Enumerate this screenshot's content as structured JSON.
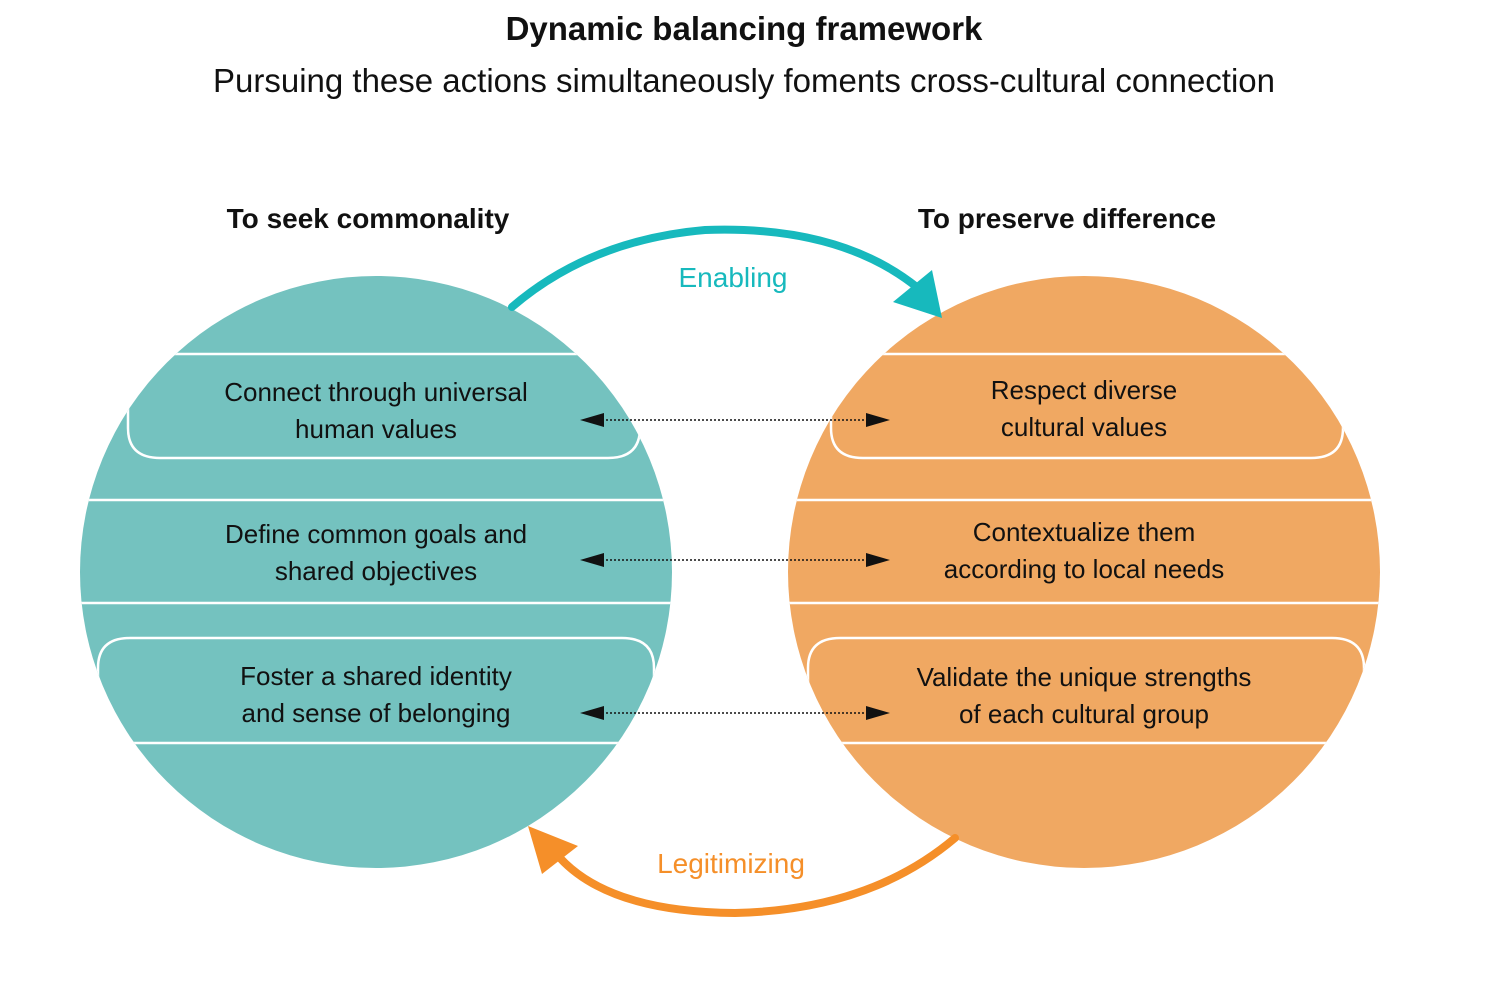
{
  "title": "Dynamic balancing framework",
  "subtitle": "Pursuing these actions simultaneously foments cross-cultural connection",
  "left": {
    "heading": "To seek commonality",
    "color": "#74c2bf",
    "items": [
      {
        "line1": "Connect through universal",
        "line2": "human values"
      },
      {
        "line1": "Define common goals and",
        "line2": "shared objectives"
      },
      {
        "line1": "Foster a shared identity",
        "line2": "and sense of belonging"
      }
    ]
  },
  "right": {
    "heading": "To preserve difference",
    "color": "#f0a862",
    "items": [
      {
        "line1": "Respect diverse",
        "line2": "cultural values"
      },
      {
        "line1": "Contextualize them",
        "line2": "according to local needs"
      },
      {
        "line1": "Validate the unique strengths",
        "line2": "of each cultural group"
      }
    ]
  },
  "flows": {
    "top_label": "Enabling",
    "top_color": "#17b9bd",
    "bottom_label": "Legitimizing",
    "bottom_color": "#f58f29"
  },
  "connector_color": "#111111"
}
